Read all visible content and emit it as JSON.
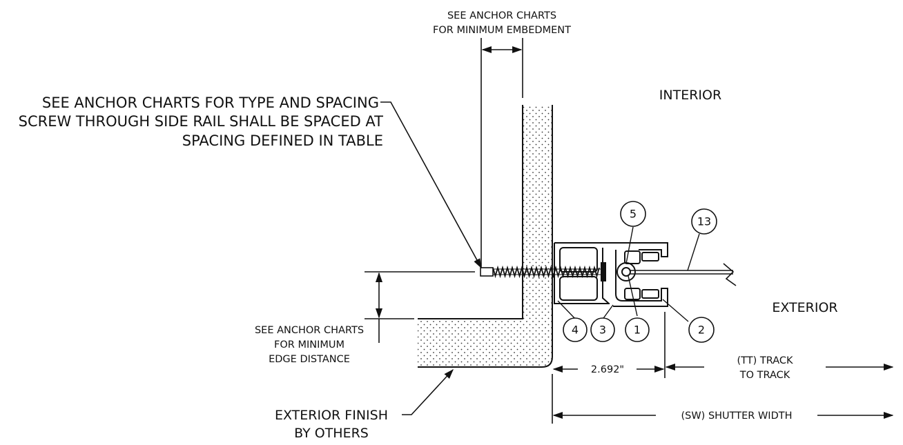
{
  "callouts": {
    "anchor_type_line1": "SEE ANCHOR CHARTS FOR TYPE AND SPACING",
    "anchor_type_line2": "SCREW THROUGH SIDE RAIL SHALL BE SPACED AT",
    "anchor_type_line3": "SPACING DEFINED IN TABLE",
    "embedment_line1": "SEE ANCHOR CHARTS",
    "embedment_line2": "FOR MINIMUM EMBEDMENT",
    "edge_line1": "SEE ANCHOR CHARTS",
    "edge_line2": "FOR MINIMUM",
    "edge_line3": "EDGE DISTANCE",
    "finish_line1": "EXTERIOR FINISH",
    "finish_line2": "BY OTHERS"
  },
  "zones": {
    "interior": "INTERIOR",
    "exterior": "EXTERIOR"
  },
  "dimensions": {
    "track_depth": "2.692\"",
    "track_to_track_line1": "(TT) TRACK",
    "track_to_track_line2": "TO TRACK",
    "shutter_width": "(SW) SHUTTER WIDTH"
  },
  "part_markers": [
    "5",
    "13",
    "4",
    "3",
    "1",
    "2"
  ],
  "colors": {
    "line": "#111111",
    "background": "#ffffff"
  }
}
